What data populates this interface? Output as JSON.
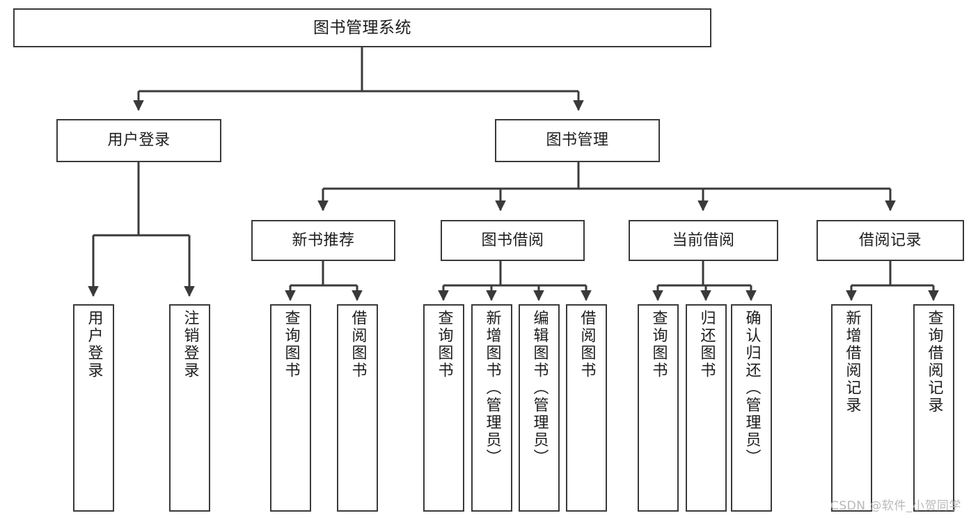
{
  "diagram": {
    "type": "tree-hierarchy-chart",
    "title": "图书管理系统",
    "theme": {
      "background": "#ffffff",
      "box_border": "#3a3a3a",
      "box_fill": "#ffffff",
      "connector": "#3a3a3a",
      "text": "#1d1d1d",
      "watermark": "#b9b9b9"
    }
  },
  "nodes": {
    "root": {
      "label": "图书管理系统",
      "level": 0
    },
    "level1": [
      {
        "id": "user-login",
        "label": "用户登录"
      },
      {
        "id": "book-manage",
        "label": "图书管理"
      }
    ],
    "level2": [
      {
        "id": "new-book-recommend",
        "label": "新书推荐",
        "parent": "book-manage"
      },
      {
        "id": "book-borrow",
        "label": "图书借阅",
        "parent": "book-manage"
      },
      {
        "id": "current-borrow",
        "label": "当前借阅",
        "parent": "book-manage"
      },
      {
        "id": "borrow-record",
        "label": "借阅记录",
        "parent": "book-manage"
      }
    ],
    "leaves": [
      {
        "id": "leaf-user-login",
        "label": "用户登录",
        "parent": "user-login"
      },
      {
        "id": "leaf-logout",
        "label": "注销登录",
        "parent": "user-login"
      },
      {
        "id": "leaf-query-book-1",
        "label": "查询图书",
        "parent": "new-book-recommend"
      },
      {
        "id": "leaf-borrow-book-1",
        "label": "借阅图书",
        "parent": "new-book-recommend"
      },
      {
        "id": "leaf-query-book-2",
        "label": "查询图书",
        "parent": "book-borrow"
      },
      {
        "id": "leaf-add-book",
        "label": "新增图书（管理员）",
        "parent": "book-borrow"
      },
      {
        "id": "leaf-edit-book",
        "label": "编辑图书（管理员）",
        "parent": "book-borrow"
      },
      {
        "id": "leaf-borrow-book-2",
        "label": "借阅图书",
        "parent": "book-borrow"
      },
      {
        "id": "leaf-query-book-3",
        "label": "查询图书",
        "parent": "current-borrow"
      },
      {
        "id": "leaf-return-book",
        "label": "归还图书",
        "parent": "current-borrow"
      },
      {
        "id": "leaf-confirm-return",
        "label": "确认归还（管理员）",
        "parent": "current-borrow"
      },
      {
        "id": "leaf-add-record",
        "label": "新增借阅记录",
        "parent": "borrow-record"
      },
      {
        "id": "leaf-query-record",
        "label": "查询借阅记录",
        "parent": "borrow-record"
      }
    ]
  },
  "watermark": {
    "text": "CSDN @软件_小贺同学"
  }
}
